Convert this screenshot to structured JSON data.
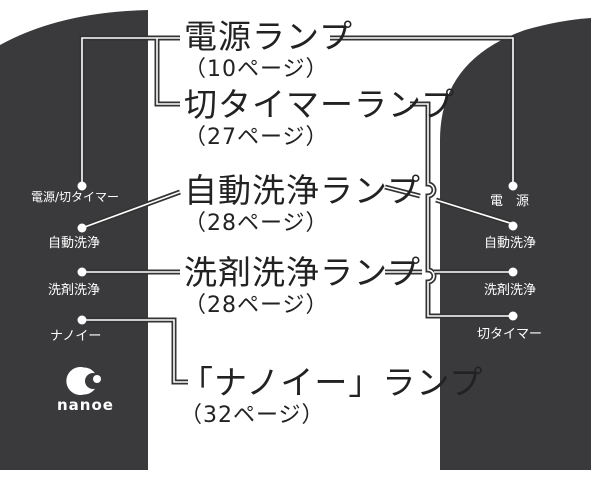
{
  "left_panel": {
    "labels": {
      "power_timer": "電源/切タイマー",
      "auto_clean": "自動洗浄",
      "detergent_clean": "洗剤洗浄",
      "nanoe": "ナノイー"
    },
    "logo": "nanoe"
  },
  "right_panel": {
    "labels": {
      "power": "電　源",
      "auto_clean": "自動洗浄",
      "detergent_clean": "洗剤洗浄",
      "off_timer": "切タイマー"
    }
  },
  "callouts": [
    {
      "name": "電源ランプ",
      "page": "（10ページ）"
    },
    {
      "name": "切タイマーランプ",
      "page": "（27ページ）"
    },
    {
      "name": "自動洗浄ランプ",
      "page": "（28ページ）"
    },
    {
      "name": "洗剤洗浄ランプ",
      "page": "（28ページ）"
    },
    {
      "name": "「ナノイー」ランプ",
      "page": "（32ページ）"
    }
  ],
  "colors": {
    "panel": "#3a3a3c",
    "lamp": "#ffffff",
    "line": "#333333",
    "text": "#222222"
  }
}
